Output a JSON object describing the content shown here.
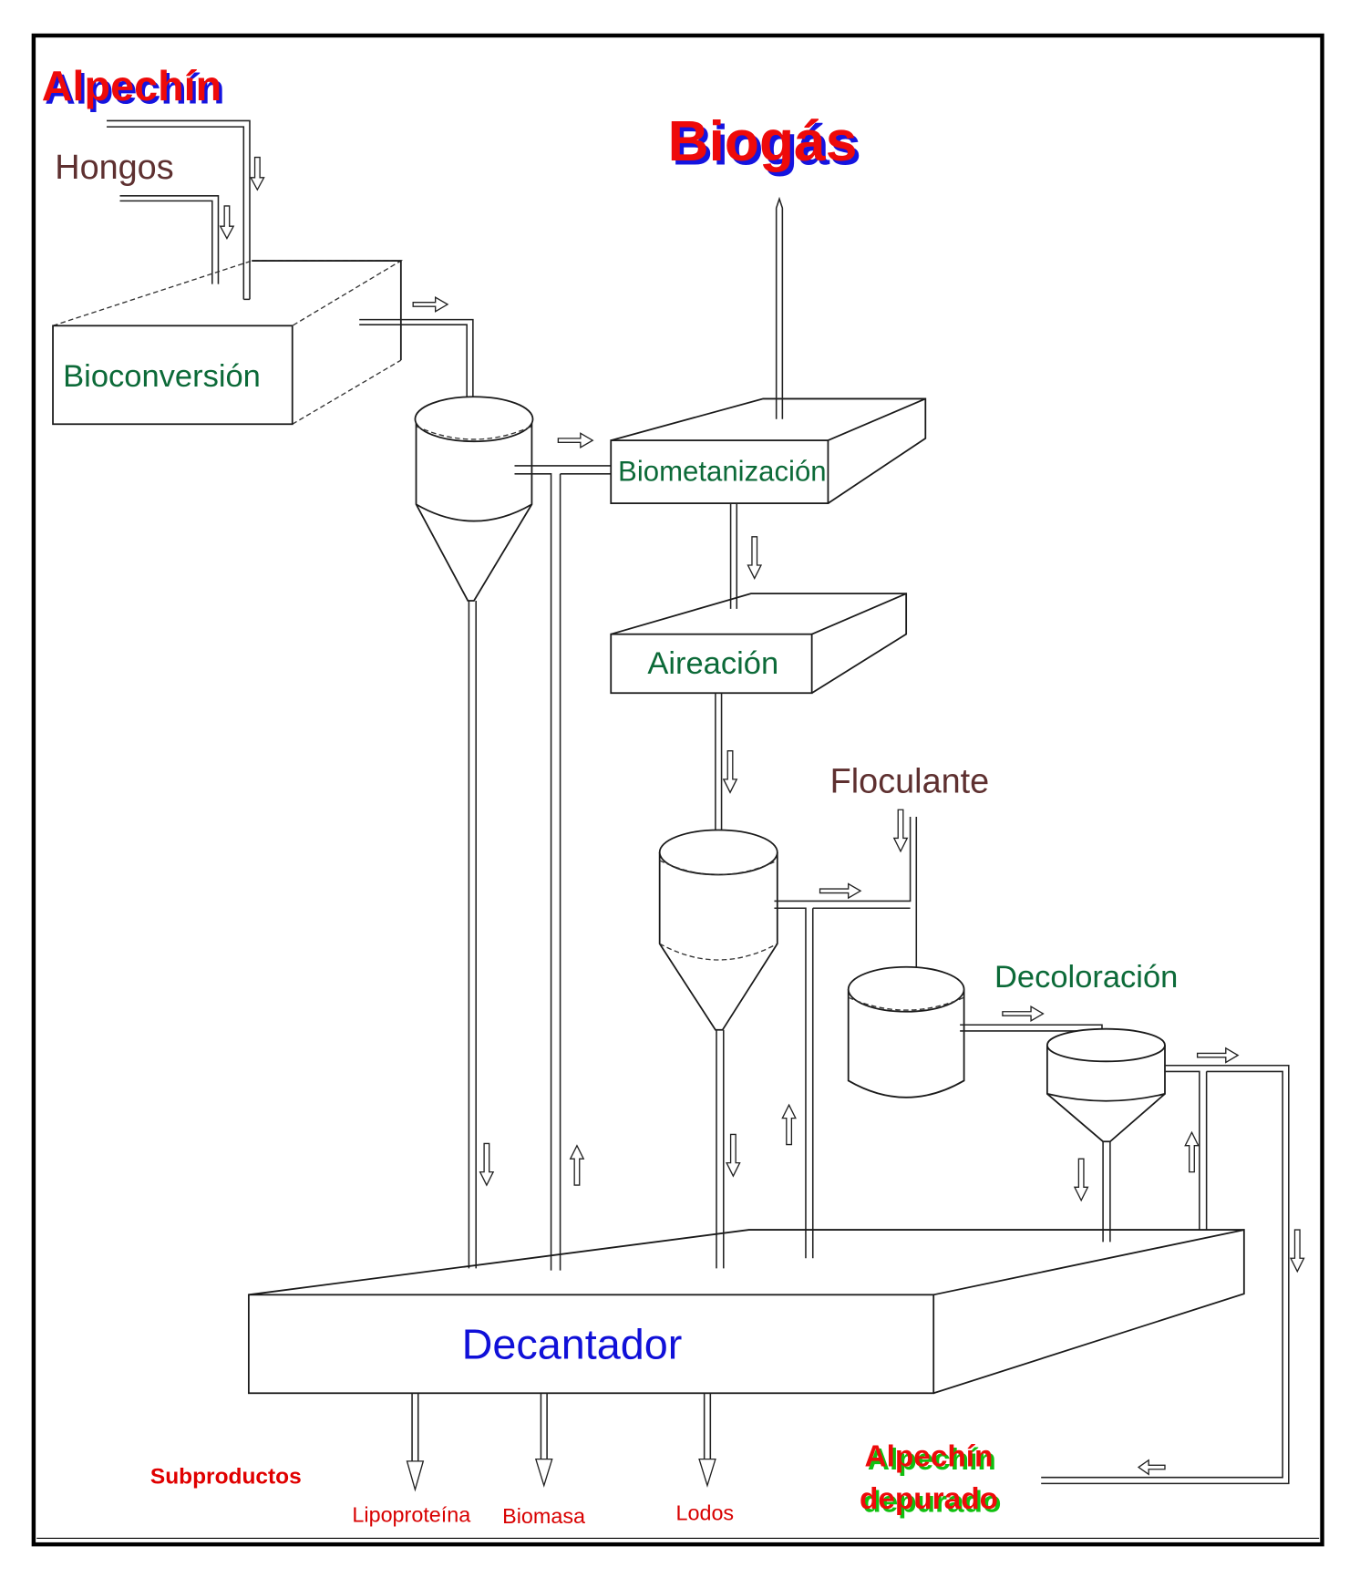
{
  "diagram": {
    "title": "Alpechín treatment process flow",
    "inputs": {
      "alpechin": "Alpechín",
      "hongos": "Hongos",
      "floculante": "Floculante"
    },
    "output_gas": "Biogás",
    "units": {
      "bioconversion": "Bioconversión",
      "biometanizacion": "Biometanización",
      "aireacion": "Aireación",
      "decoloracion": "Decoloración",
      "decantador": "Decantador"
    },
    "byproducts": {
      "heading": "Subproductos",
      "items": [
        "Lipoproteína",
        "Biomasa",
        "Lodos"
      ]
    },
    "treated_output": {
      "line1": "Alpechín",
      "line2": "depurado"
    },
    "colors": {
      "unit_label": "#0c6a38",
      "input_label": "#5e3030",
      "decantador_label": "#1010d8",
      "byproduct_label": "#e00000",
      "headline_red": "#ee0a0a",
      "headline_shadow_blue": "#1414e0",
      "headline_shadow_green": "#10c010"
    }
  }
}
